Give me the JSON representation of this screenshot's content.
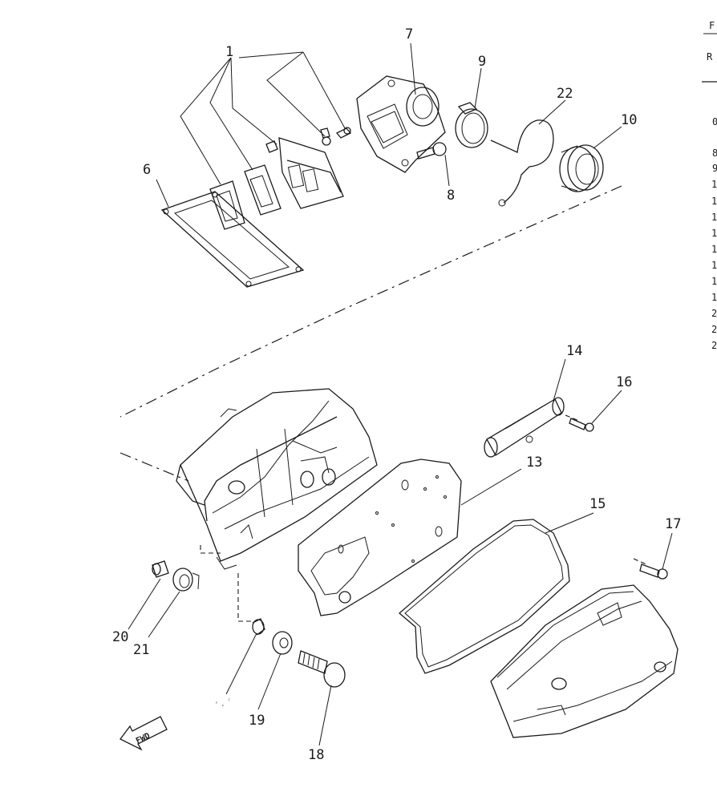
{
  "callouts": [
    {
      "id": "c1",
      "label": "1"
    },
    {
      "id": "c6",
      "label": "6"
    },
    {
      "id": "c7",
      "label": "7"
    },
    {
      "id": "c8",
      "label": "8"
    },
    {
      "id": "c9",
      "label": "9"
    },
    {
      "id": "c10",
      "label": "10"
    },
    {
      "id": "c13",
      "label": "13"
    },
    {
      "id": "c14",
      "label": "14"
    },
    {
      "id": "c15",
      "label": "15"
    },
    {
      "id": "c16",
      "label": "16"
    },
    {
      "id": "c17",
      "label": "17"
    },
    {
      "id": "c18",
      "label": "18"
    },
    {
      "id": "c19",
      "label": "19"
    },
    {
      "id": "c20",
      "label": "20"
    },
    {
      "id": "c21",
      "label": "21"
    },
    {
      "id": "c22",
      "label": "22"
    }
  ],
  "faint_label": "·.ʿ",
  "fwd_label": "FWD",
  "reference_column": {
    "top_letters": [
      "F",
      "R"
    ],
    "entries": [
      "0",
      "8",
      "9",
      "1",
      "1",
      "1",
      "1",
      "1",
      "1",
      "1",
      "1",
      "2",
      "2",
      "2"
    ]
  }
}
